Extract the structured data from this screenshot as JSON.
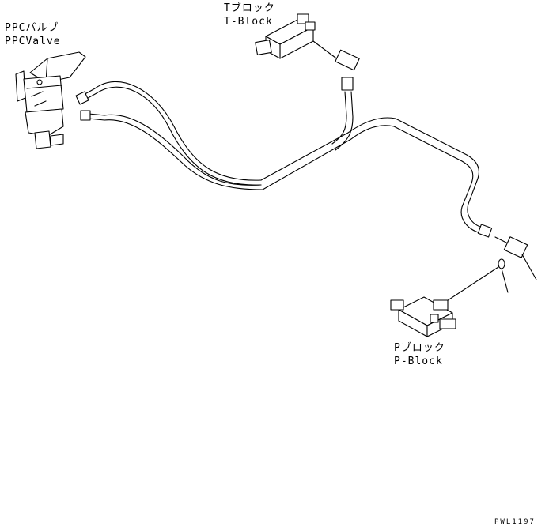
{
  "labels": {
    "ppc_valve_jp": "PPCバルブ",
    "ppc_valve_en": "PPCValve",
    "t_block_jp": "Tブロック",
    "t_block_en": "T-Block",
    "p_block_jp": "Pブロック",
    "p_block_en": "P-Block",
    "drawing_code": "PWL1197"
  },
  "colors": {
    "line": "#000000",
    "background": "#ffffff"
  }
}
